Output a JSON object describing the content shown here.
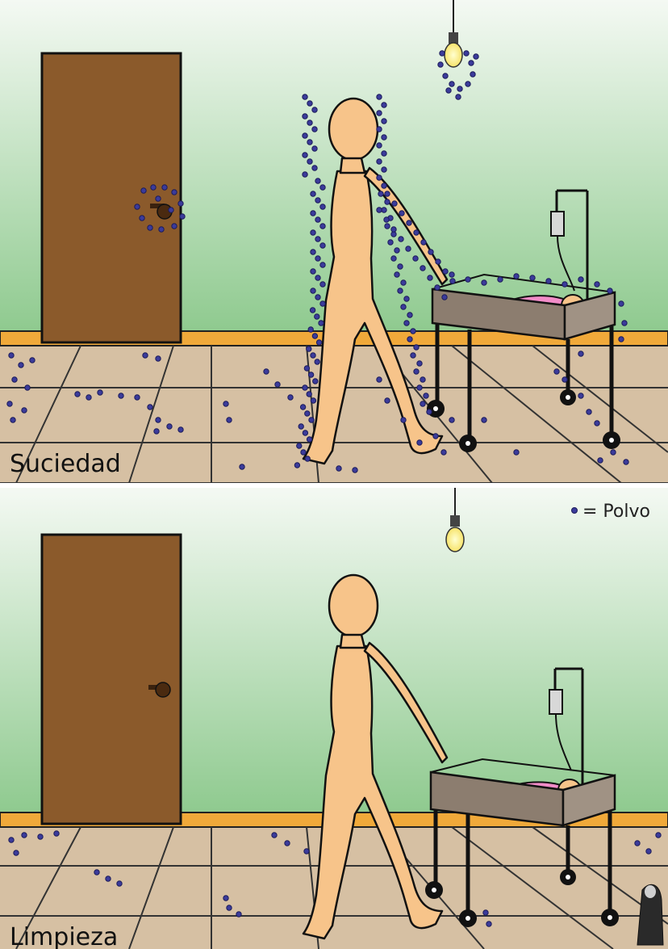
{
  "panels": [
    {
      "label": "Suciedad",
      "dirty": true
    },
    {
      "label": "Limpieza",
      "dirty": false
    }
  ],
  "legend": {
    "label": "= Polvo"
  },
  "colors": {
    "wall_top": "#f4f9f3",
    "wall_bottom": "#8fca8f",
    "floor": "#d6c0a3",
    "baseboard": "#f0a93a",
    "door": "#8b5a2b",
    "skin": "#f7c48a",
    "bed": "#8c7d6f",
    "blanket": "#f28cc8",
    "dust": "#3b3b9b"
  }
}
